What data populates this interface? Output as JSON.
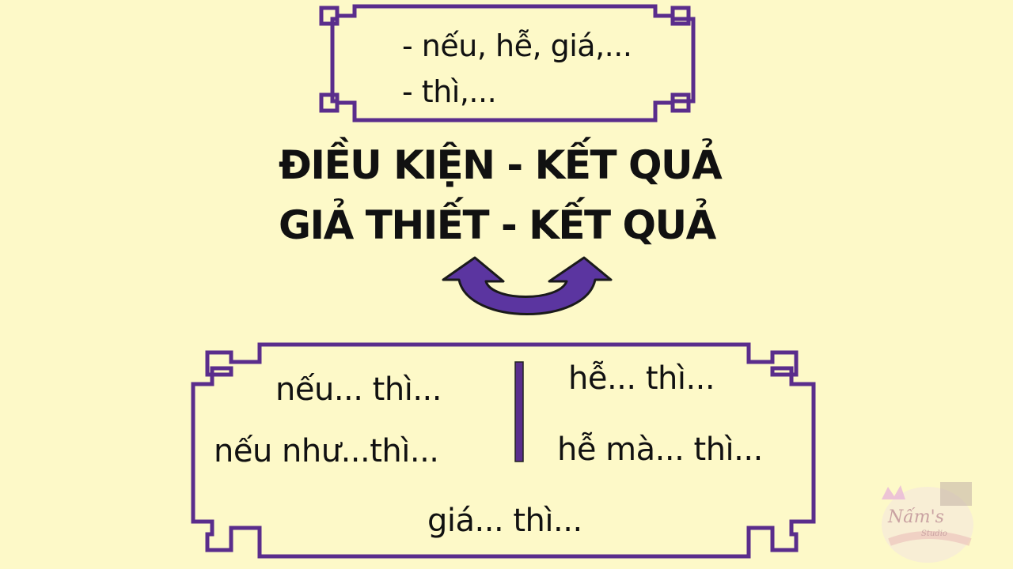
{
  "top_box": {
    "line1": "- nếu, hễ, giá,...",
    "line2": "- thì,..."
  },
  "headings": {
    "line1": "ĐIỀU KIỆN - KẾT QUẢ",
    "line2": "GIẢ THIẾT - KẾT QUẢ"
  },
  "bottom_box": {
    "left_row1": "nếu...  thì...",
    "left_row2": "nếu như...thì...",
    "right_row1": "hễ...   thì...",
    "right_row2": "hễ mà... thì...",
    "center_row3": "giá...  thì..."
  },
  "logo": {
    "name": "Nấm's",
    "sub": "Studio"
  },
  "colors": {
    "background": "#fdf9c8",
    "frame": "#5a2d8c",
    "arrow": "#5b35a0"
  }
}
